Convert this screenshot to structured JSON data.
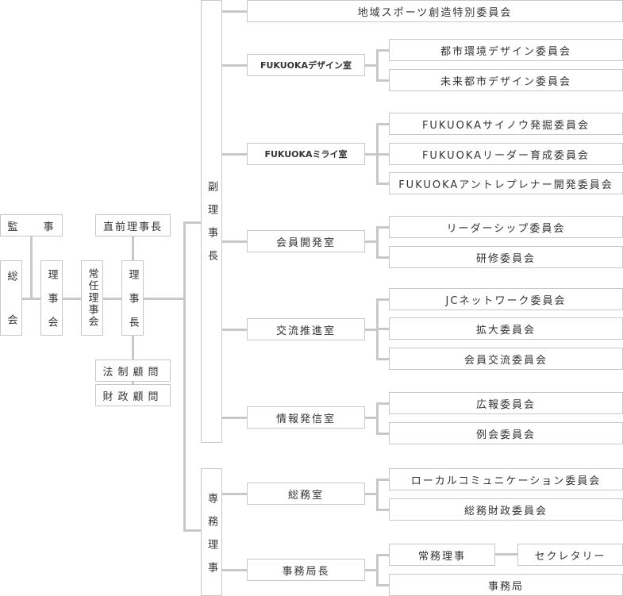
{
  "left": {
    "kansa": "監　　事",
    "prev_chair": "直前理事長",
    "general": "総会",
    "board": "理事会",
    "standing": "常任理事会",
    "chair": "理事長",
    "legal": "法制顧問",
    "finance": "財政顧問"
  },
  "mid": {
    "vice": "副理事長",
    "exec": "専務理事"
  },
  "top_committee": "地域スポーツ創造特別委員会",
  "offices": [
    {
      "name": "FUKUOKAデザイン室",
      "committees": [
        "都市環境デザイン委員会",
        "未来都市デザイン委員会"
      ]
    },
    {
      "name": "FUKUOKAミライ室",
      "committees": [
        "FUKUOKAサイノウ発掘委員会",
        "FUKUOKAリーダー育成委員会",
        "FUKUOKAアントレプレナー開発委員会"
      ]
    },
    {
      "name": "会員開発室",
      "committees": [
        "リーダーシップ委員会",
        "研修委員会"
      ]
    },
    {
      "name": "交流推進室",
      "committees": [
        "JCネットワーク委員会",
        "拡大委員会",
        "会員交流委員会"
      ]
    },
    {
      "name": "情報発信室",
      "committees": [
        "広報委員会",
        "例会委員会"
      ]
    },
    {
      "name": "総務室",
      "committees": [
        "ローカルコミュニケーション委員会",
        "総務財政委員会"
      ]
    },
    {
      "name": "事務局長",
      "committees": [
        "常務理事",
        "セクレタリー",
        "事務局"
      ]
    }
  ]
}
